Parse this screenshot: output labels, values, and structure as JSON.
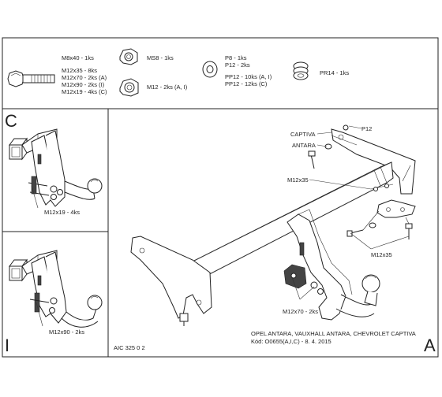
{
  "parts": {
    "bolt_labels": [
      "M8x40 - 1ks",
      "M12x35 - 8ks",
      "M12x70 - 2ks (A)",
      "M12x90 - 2ks (I)",
      "M12x19 - 4ks (C)"
    ],
    "nut_m8": "MS8 - 1ks",
    "nut_m12": "M12 - 2ks (A, I)",
    "washer_labels": [
      "P8 - 1ks",
      "P12 - 2ks",
      "PP12 - 10ks (A, I)",
      "PP12 - 12ks (C)"
    ],
    "spring": "PR14 - 1ks"
  },
  "panel_c": {
    "letter": "C",
    "bolt_label": "M12x19 - 4ks"
  },
  "panel_i": {
    "letter": "I",
    "bolt_label": "M12x90 - 2ks",
    "code": "AIC 325 0 2"
  },
  "main": {
    "letter": "A",
    "p12": "P12",
    "captiva": "CAPTIVA",
    "antara": "ANTARA",
    "m12x35_top": "M12x35",
    "m12x35_right": "M12x35",
    "m12x70": "M12x70 - 2ks",
    "models": "OPEL ANTARA, VAUXHALL ANTARA, CHEVROLET CAPTIVA",
    "code": "Kód: O0655(A,I,C) - 8. 4. 2015"
  }
}
